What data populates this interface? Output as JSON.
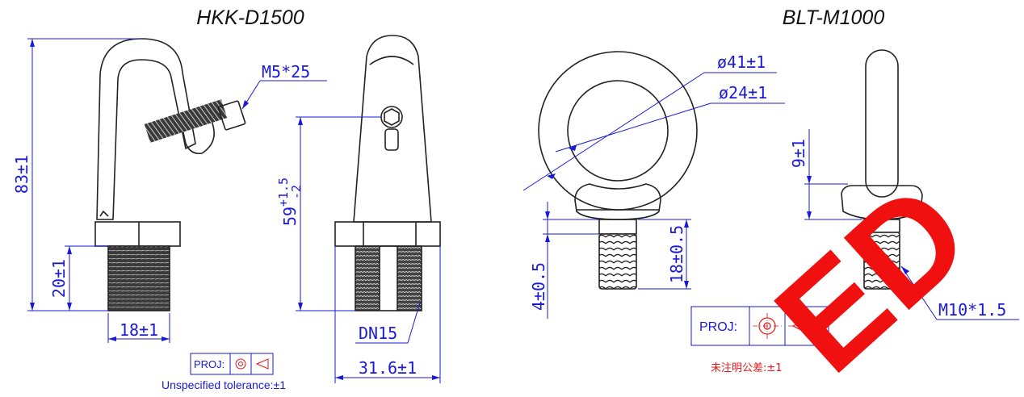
{
  "titles": {
    "left": "HKK-D1500",
    "right": "BLT-M1000"
  },
  "left_part": {
    "screw": "M5*25",
    "height": "83±1",
    "thread_length": "20±1",
    "thread_width": "18±1",
    "body_height_main": "59",
    "body_height_sup": "+1.5",
    "body_height_sub": "-2",
    "thread_name": "DN15",
    "flange_width": "31.6±1",
    "proj_label": "PROJ:",
    "tolerance_note": "Unspecified tolerance:±1"
  },
  "right_part": {
    "outer_diameter": "ø41±1",
    "inner_diameter": "ø24±1",
    "collar_height": "9±1",
    "neck_height": "4±0.5",
    "thread_length": "18±0.5",
    "thread_name": "M10*1.5",
    "proj_label": "PROJ:",
    "tolerance_note": "未注明公差:±1"
  },
  "watermark": "ED",
  "colors": {
    "dimension": "#1a1ad6",
    "outline": "#222222",
    "watermark": "#f01010",
    "note_cn": "#e21818"
  }
}
